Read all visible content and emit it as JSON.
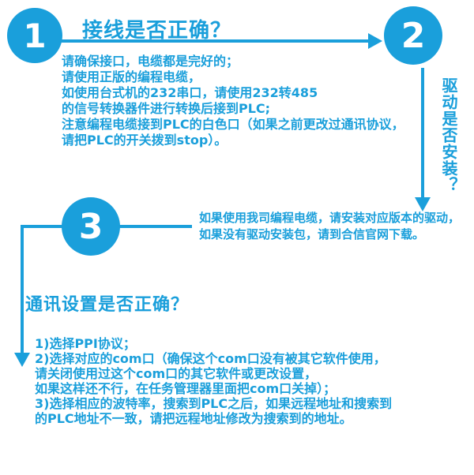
{
  "colors": {
    "accent": "#1A9FDB",
    "background": "#FFFFFF",
    "number_text": "#FFFFFF"
  },
  "icons": {
    "arrow_right": "css-triangle-right",
    "arrow_down": "css-triangle-down"
  },
  "steps": [
    {
      "number": "1",
      "title": "接线是否正确？",
      "body_lines": [
        "请确保接口，电缆都是完好的；",
        "请使用正版的编程电缆，",
        "如使用台式机的232串口，请使用232转485",
        "的信号转换器件进行转换后接到PLC;",
        "注意编程电缆接到PLC的白色口（如果之前更改过通讯协议，",
        "请把PLC的开关拨到stop）。"
      ]
    },
    {
      "number": "2",
      "title": "驱动是否安装？",
      "body_lines": [
        "如果使用我司编程电缆，请安装对应版本的驱动，",
        "如果没有驱动安装包，请到合信官网下载。"
      ]
    },
    {
      "number": "3",
      "title": "通讯设置是否正确？",
      "body_lines": [
        "1)选择PPI协议；",
        "2)选择对应的com口（确保这个com口没有被其它软件使用，",
        "请关闭使用过这个com口的其它软件或更改设置，",
        "如果这样还不行，在任务管理器里面把com口关掉）；",
        "3)选择相应的波特率，搜索到PLC之后，如果远程地址和搜索到",
        "的PLC地址不一致，请把远程地址修改为搜索到的地址。"
      ]
    }
  ]
}
